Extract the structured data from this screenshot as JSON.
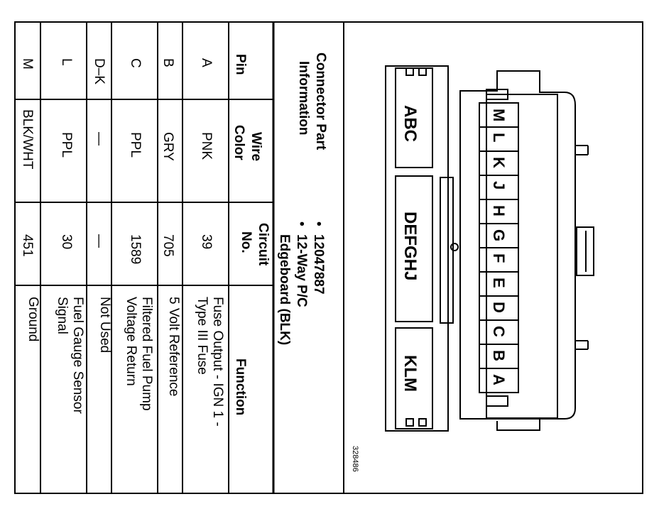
{
  "connector_info": {
    "part_number": "12047887",
    "description_line1": "12-Way P/C",
    "description_line2": "Edgeboard (BLK)",
    "bullet": "•"
  },
  "figure_id": "328486",
  "headers": {
    "connector_part_line1": "Connector Part",
    "connector_part_line2": "Information",
    "pin": "Pin",
    "wire_color_line1": "Wire",
    "wire_color_line2": "Color",
    "circuit_line1": "Circuit",
    "circuit_line2": "No.",
    "function": "Function"
  },
  "rows": [
    {
      "pin": "A",
      "wire": "PNK",
      "circuit": "39",
      "function_lines": [
        "Fuse Output - IGN 1 -",
        "Type III Fuse"
      ]
    },
    {
      "pin": "B",
      "wire": "GRY",
      "circuit": "705",
      "function_lines": [
        "5 Volt Reference"
      ]
    },
    {
      "pin": "C",
      "wire": "PPL",
      "circuit": "1589",
      "function_lines": [
        "Filtered Fuel Pump",
        "Voltage Return"
      ]
    },
    {
      "pin": "D–K",
      "wire": "—",
      "circuit": "—",
      "function_lines": [
        "Not Used"
      ]
    },
    {
      "pin": "L",
      "wire": "PPL",
      "circuit": "30",
      "function_lines": [
        "Fuel Gauge Sensor",
        "Signal"
      ]
    },
    {
      "pin": "M",
      "wire": "BLK/WHT",
      "circuit": "451",
      "function_lines": [
        "Ground"
      ]
    }
  ],
  "connector_diagram": {
    "pin_letters": [
      "M",
      "L",
      "K",
      "J",
      "H",
      "G",
      "F",
      "E",
      "D",
      "C",
      "B",
      "A"
    ],
    "groups": [
      "ABC",
      "DEFGHJ",
      "KLM"
    ]
  }
}
